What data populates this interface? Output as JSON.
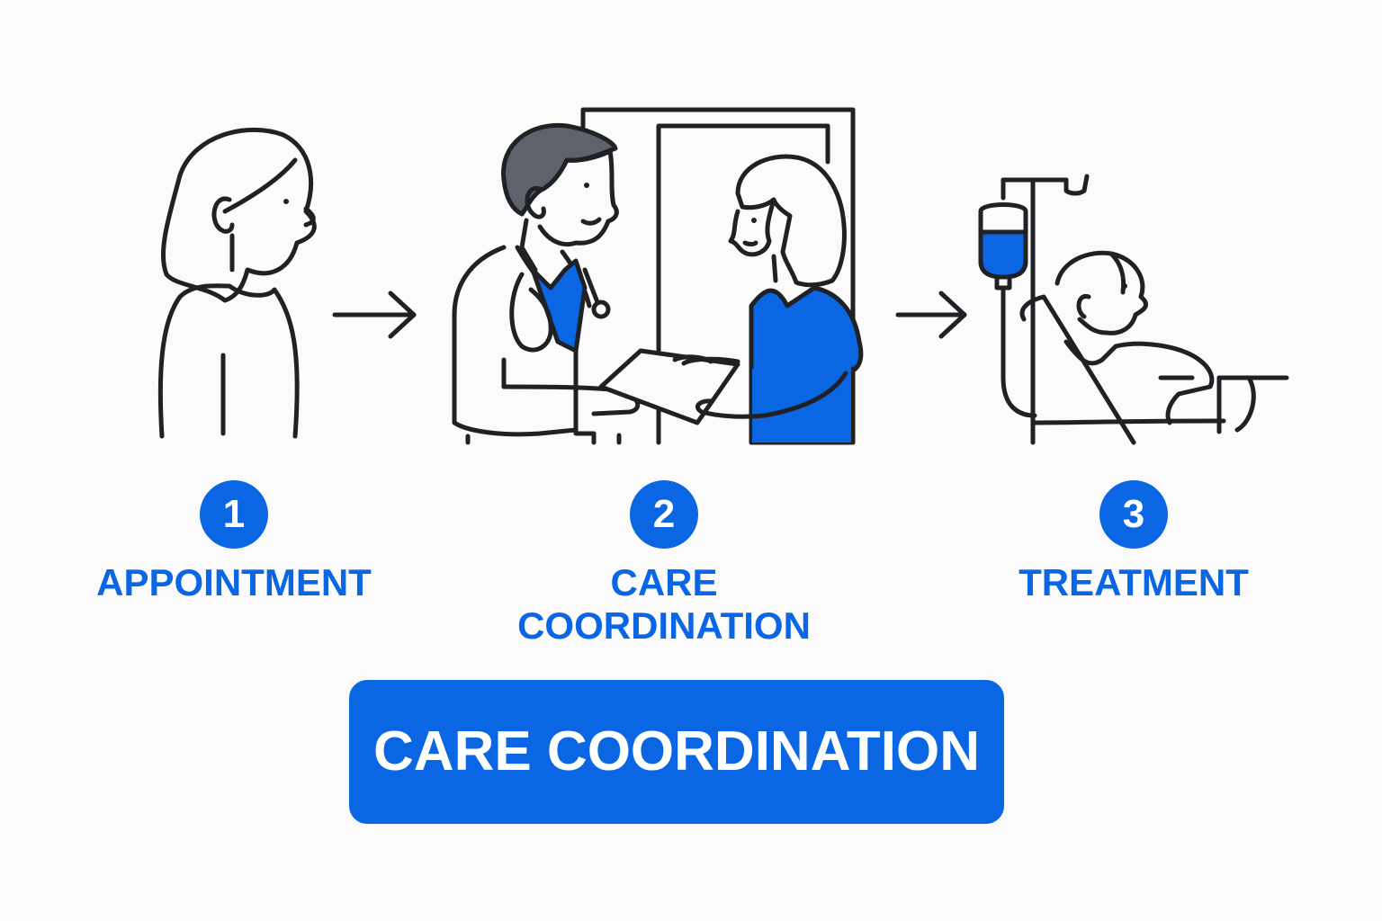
{
  "steps": [
    {
      "number": "1",
      "label_lines": [
        "APPOINTMENT"
      ]
    },
    {
      "number": "2",
      "label_lines": [
        "CARE",
        "COORDINATION"
      ]
    },
    {
      "number": "3",
      "label_lines": [
        "TREATMENT"
      ]
    }
  ],
  "banner": {
    "label": "CARE COORDINATION"
  },
  "colors": {
    "accent": "#0b66e4",
    "line": "#1f2125",
    "hair": "#5d626b",
    "background": "#fbfbfb"
  },
  "icons": [
    "woman-icon",
    "arrow-right-icon",
    "doctor-icon",
    "patient-icon",
    "clipboard-icon",
    "iv-drip-icon",
    "hospital-bed-icon"
  ]
}
